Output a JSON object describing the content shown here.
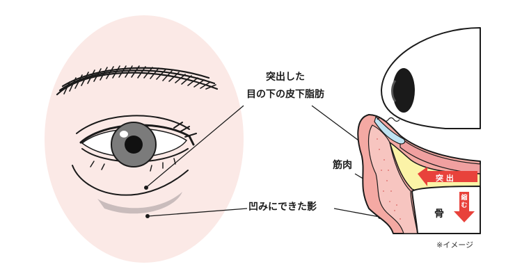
{
  "labels": {
    "fat_line1": "突出した",
    "fat_line2": "目の下の皮下脂肪",
    "hollow": "凹みにできた影",
    "muscle": "筋肉",
    "bone": "骨",
    "protrude": "突 出",
    "shrink_char1": "縮",
    "shrink_char2": "む",
    "note": "※イメージ"
  },
  "colors": {
    "face_bg": "#fbe9e6",
    "skin_pink": "#f4a9a3",
    "muscle_pink": "#f7c5c0",
    "fat_yellow": "#fbf3a7",
    "fluid_blue": "#bfe3f2",
    "arrow_red": "#e8423b",
    "band_pink": "#f0a0a0",
    "line": "#1a1a1a"
  }
}
